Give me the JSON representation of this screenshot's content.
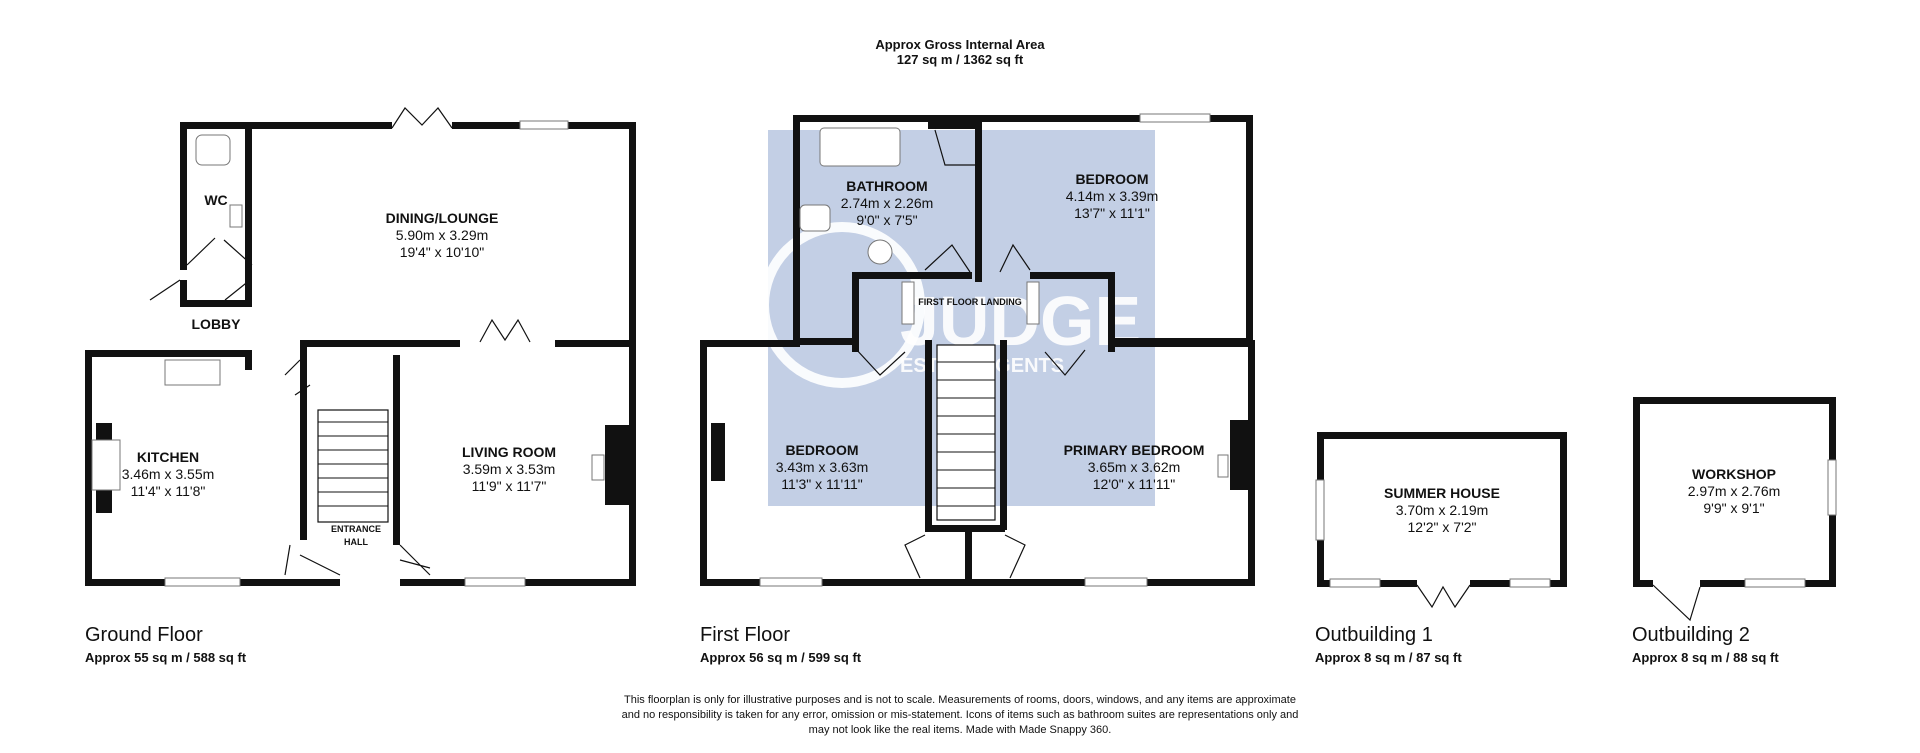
{
  "header": {
    "line1": "Approx Gross Internal Area",
    "line2": "127 sq m / 1362 sq ft"
  },
  "watermark": {
    "brand": "JUDGE",
    "sub": "ESTATE AGENTS",
    "color": "#b8c7e0"
  },
  "rooms": {
    "wc": {
      "name": "WC"
    },
    "lobby": {
      "name": "LOBBY"
    },
    "dining": {
      "name": "DINING/LOUNGE",
      "metric": "5.90m x 3.29m",
      "imperial": "19'4\" x 10'10\""
    },
    "kitchen": {
      "name": "KITCHEN",
      "metric": "3.46m x 3.55m",
      "imperial": "11'4\" x 11'8\""
    },
    "living": {
      "name": "LIVING ROOM",
      "metric": "3.59m x 3.53m",
      "imperial": "11'9\" x 11'7\""
    },
    "entrance": {
      "name1": "ENTRANCE",
      "name2": "HALL"
    },
    "bathroom": {
      "name": "BATHROOM",
      "metric": "2.74m x 2.26m",
      "imperial": "9'0\" x 7'5\""
    },
    "bedroom_top": {
      "name": "BEDROOM",
      "metric": "4.14m x 3.39m",
      "imperial": "13'7\" x 11'1\""
    },
    "landing": {
      "name": "FIRST FLOOR LANDING"
    },
    "bedroom_left": {
      "name": "BEDROOM",
      "metric": "3.43m x 3.63m",
      "imperial": "11'3\" x 11'11\""
    },
    "primary": {
      "name": "PRIMARY BEDROOM",
      "metric": "3.65m x 3.62m",
      "imperial": "12'0\" x 11'11\""
    },
    "summer": {
      "name": "SUMMER HOUSE",
      "metric": "3.70m x 2.19m",
      "imperial": "12'2\" x 7'2\""
    },
    "workshop": {
      "name": "WORKSHOP",
      "metric": "2.97m x 2.76m",
      "imperial": "9'9\" x 9'1\""
    }
  },
  "floors": {
    "ground": {
      "label": "Ground Floor",
      "area": "Approx 55 sq m / 588 sq ft"
    },
    "first": {
      "label": "First Floor",
      "area": "Approx 56 sq m / 599 sq ft"
    },
    "out1": {
      "label": "Outbuilding 1",
      "area": "Approx 8 sq m / 87 sq ft"
    },
    "out2": {
      "label": "Outbuilding 2",
      "area": "Approx 8 sq m / 88 sq ft"
    }
  },
  "disclaimer": {
    "line1": "This floorplan is only for illustrative purposes and is not to scale. Measurements of rooms, doors, windows, and any items are approximate",
    "line2": "and no responsibility is taken for any error, omission or mis-statement. Icons of items such as bathroom suites are representations only and",
    "line3": "may not look like the real items. Made with Made Snappy 360."
  }
}
